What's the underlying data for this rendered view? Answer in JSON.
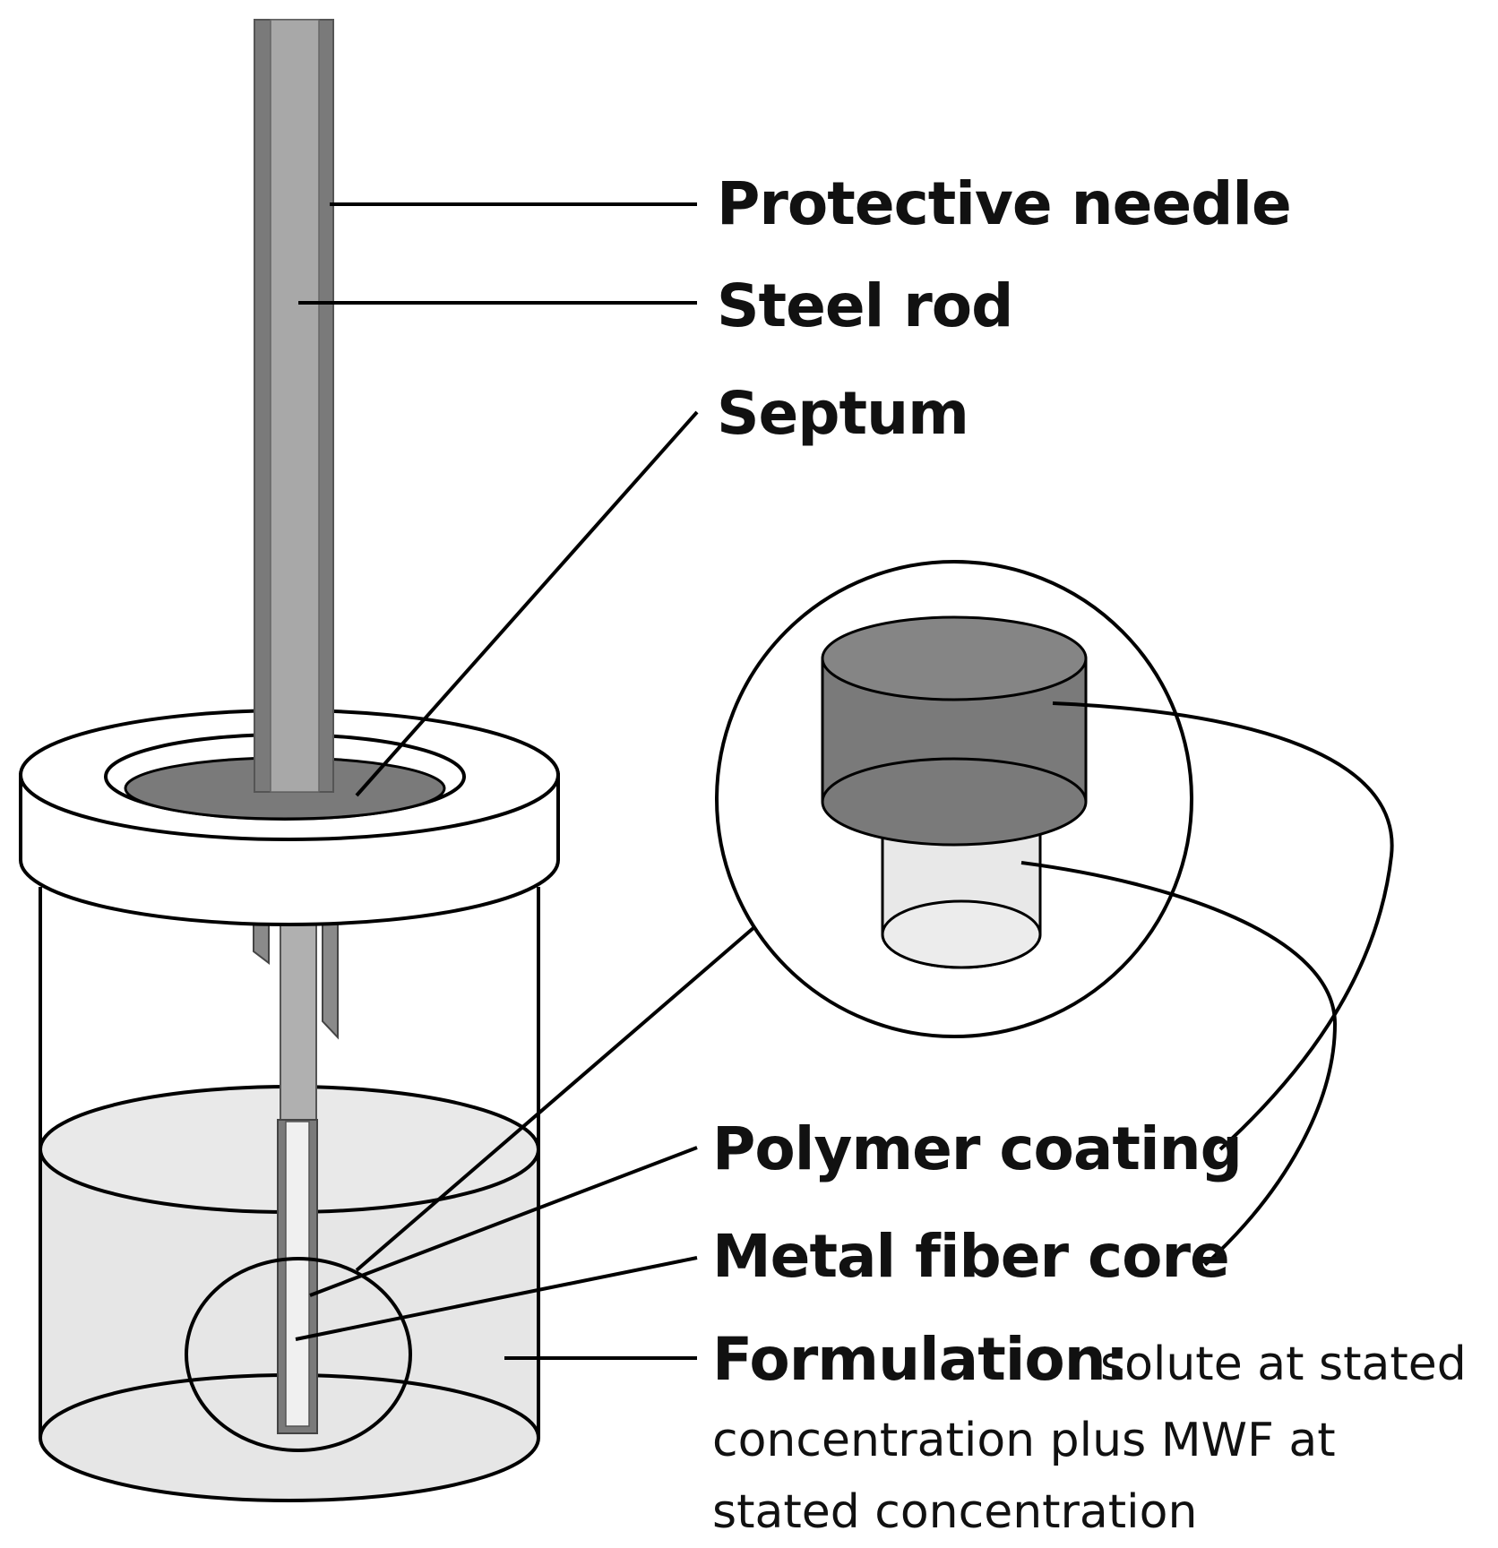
{
  "labels": {
    "protective_needle": "Protective needle",
    "steel_rod": "Steel rod",
    "septum": "Septum",
    "polymer_coating": "Polymer coating",
    "metal_fiber_core": "Metal fiber core",
    "formulation": "Formulation:",
    "formulation_desc_1": "solute at stated",
    "formulation_desc_2": "concentration plus MWF at",
    "formulation_desc_3": "stated concentration"
  },
  "colors": {
    "needle": "#7a7a7a",
    "rod": "#a8a8a8",
    "septum": "#7a7a7a",
    "liquid": "#e6e6e6",
    "polymer_coating": "#7a7a7a",
    "fiber_core": "#e8e8e8"
  }
}
